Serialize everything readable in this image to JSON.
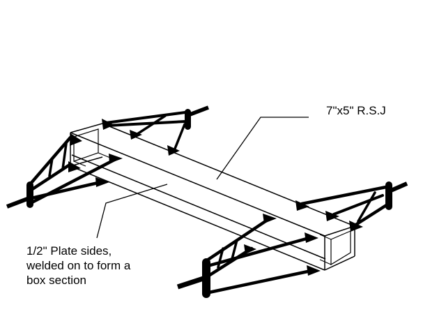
{
  "diagram": {
    "rsj_label": "7\"x5\" R.S.J",
    "plate_label_lines": [
      "1/2\" Plate sides,",
      "welded on to form a",
      "box section"
    ],
    "colors": {
      "ink": "#000000",
      "background": "#ffffff"
    }
  }
}
